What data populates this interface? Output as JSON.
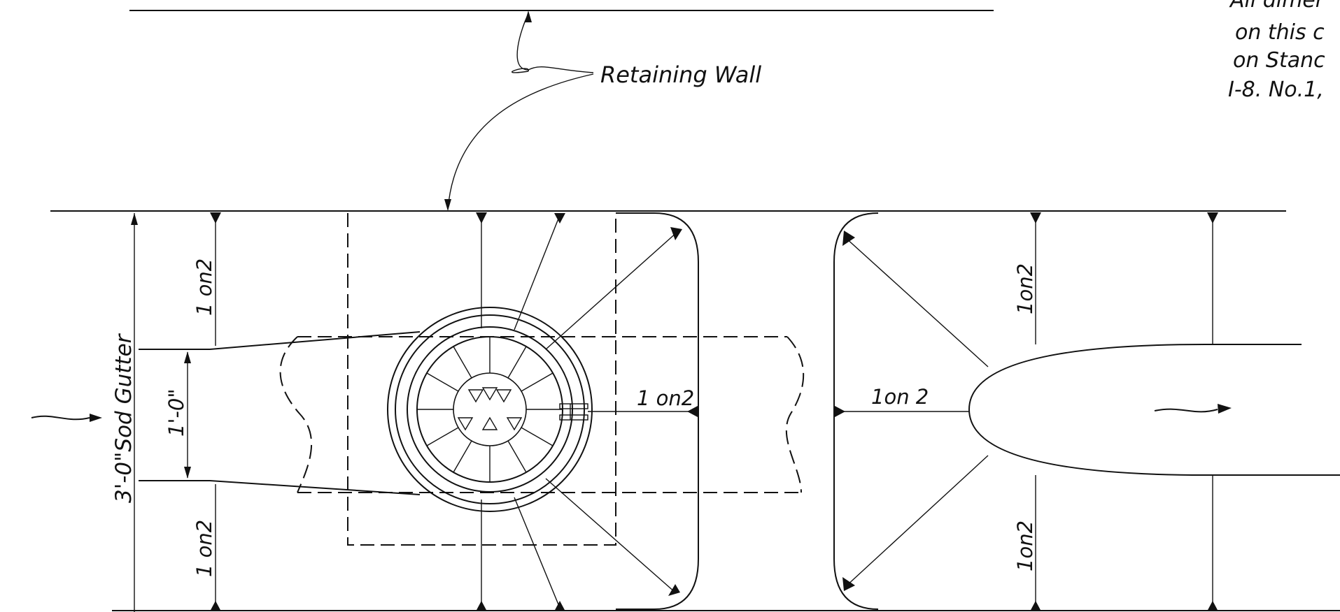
{
  "labels": {
    "retaining_wall": "Retaining Wall",
    "sod_gutter": "3'-0\"Sod Gutter",
    "pipe_width": "1'-0\"",
    "slope": "1on2",
    "slope_spaced": "1 on2",
    "slope_spaced_b": "1on 2"
  },
  "note_lines": [
    "All dimer",
    "on this c",
    "on Stanc",
    "I-8. No.1,"
  ],
  "colors": {
    "ink": "#111111",
    "paper": "#ffffff"
  }
}
